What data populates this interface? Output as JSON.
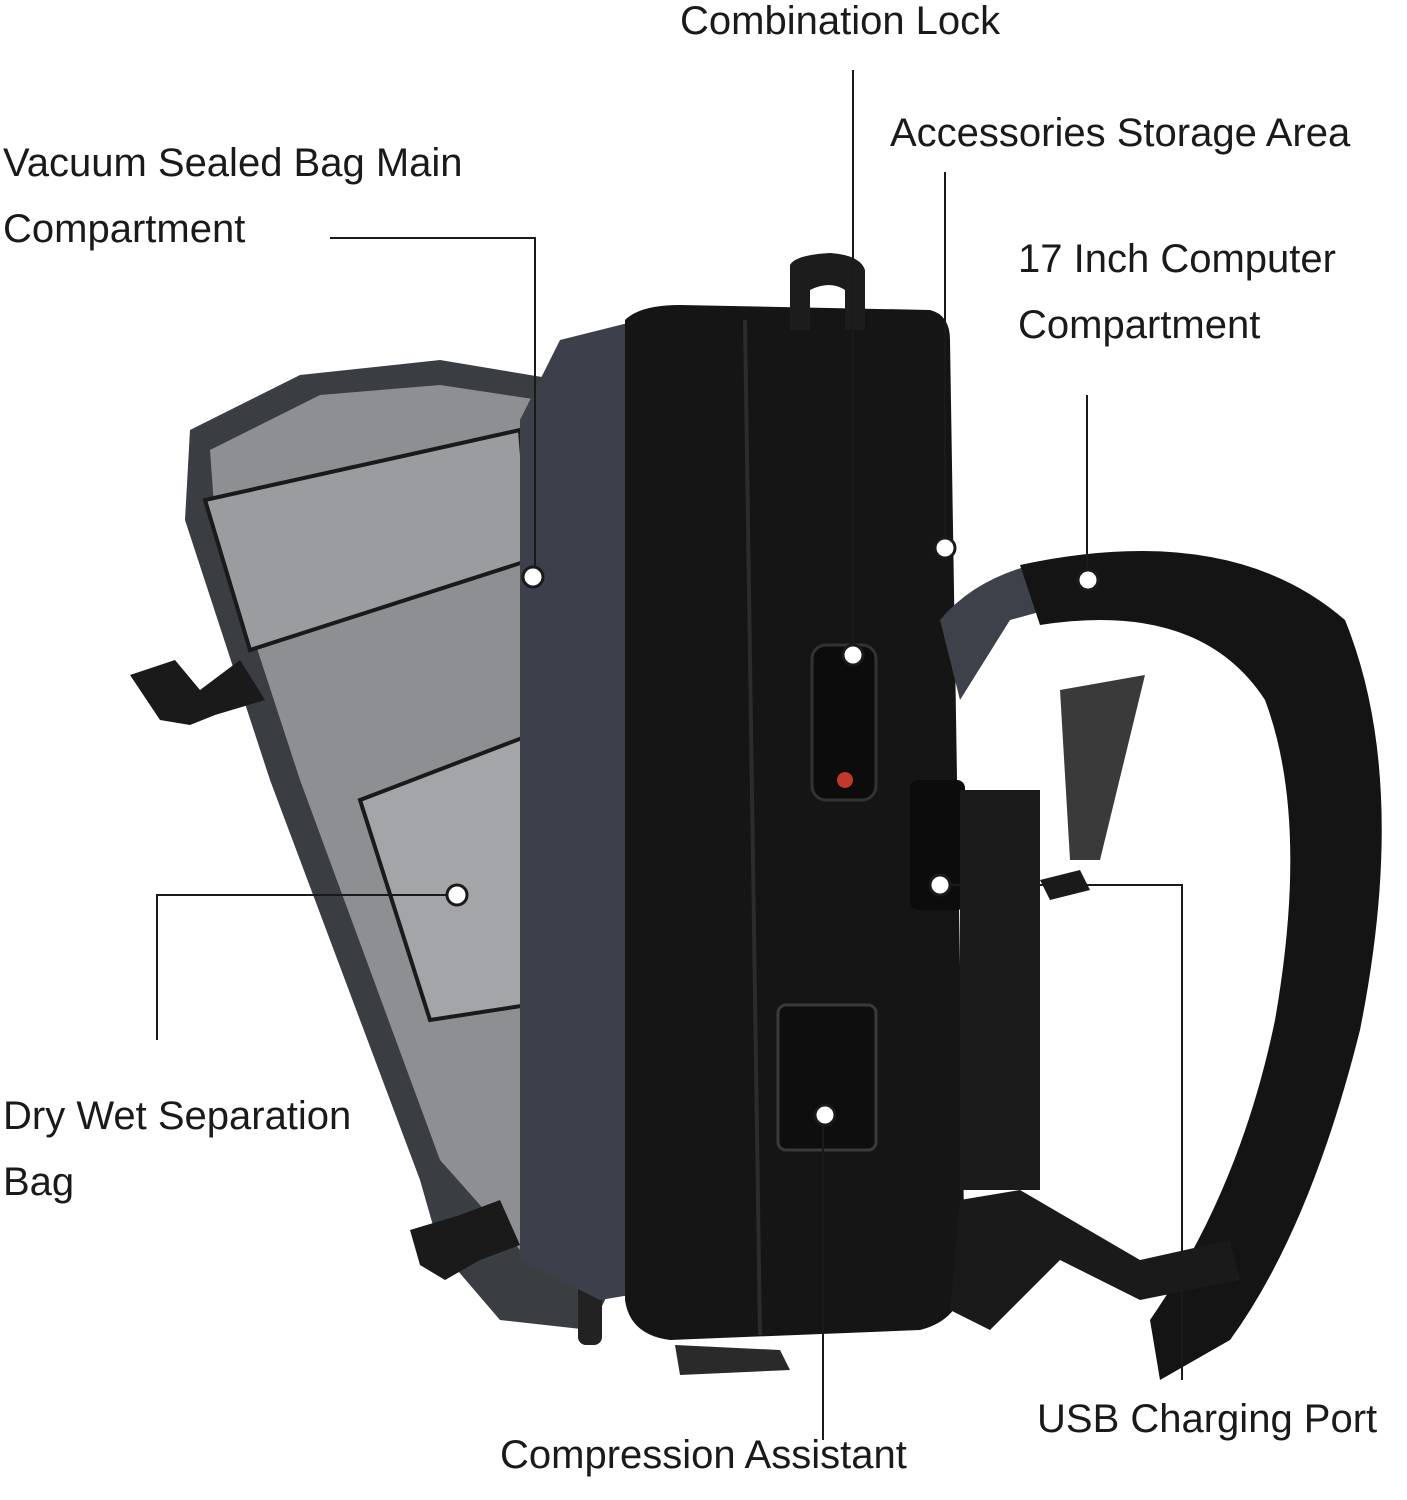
{
  "labels": {
    "combination_lock": "Combination Lock",
    "accessories_storage": "Accessories Storage Area",
    "vacuum_sealed": [
      "Vacuum Sealed Bag Main",
      "Compartment"
    ],
    "computer_compartment": [
      "17 Inch Computer",
      "Compartment"
    ],
    "dry_wet": [
      "Dry Wet Separation",
      "Bag"
    ],
    "usb_port": "USB Charging Port",
    "compression": "Compression Assistant"
  },
  "colors": {
    "background": "#ffffff",
    "text": "#1a1a1a",
    "bag_black": "#141414",
    "bag_gray": "#3a3f48",
    "mesh_gray": "#8d8f93",
    "leader_line": "#1a1a1a",
    "marker_dot": "#ffffff"
  }
}
